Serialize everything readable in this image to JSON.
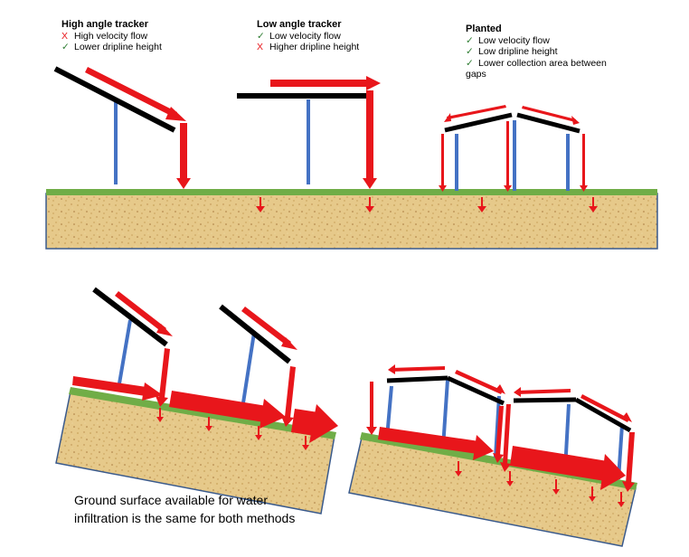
{
  "legends": {
    "high": {
      "title": "High angle tracker",
      "items": [
        {
          "mark": "X",
          "text": "High velocity flow"
        },
        {
          "mark": "✓",
          "text": "Lower dripline height"
        }
      ]
    },
    "low": {
      "title": "Low angle tracker",
      "items": [
        {
          "mark": "✓",
          "text": "Low velocity flow"
        },
        {
          "mark": "X",
          "text": "Higher dripline height"
        }
      ]
    },
    "planted": {
      "title": "Planted",
      "items": [
        {
          "mark": "✓",
          "text": "Low velocity flow"
        },
        {
          "mark": "✓",
          "text": "Low dripline height"
        },
        {
          "mark": "✓",
          "text": "Lower collection area between"
        }
      ],
      "continuation": "gaps"
    }
  },
  "caption": {
    "line1": "Ground surface available for water",
    "line2": "infiltration is the same for both methods"
  },
  "colors": {
    "panel": "#000000",
    "arrow": "#e8161b",
    "post": "#4472c4",
    "grass": "#70ad47",
    "soil": "#e6c98a",
    "soil_edge": "#3a5a8c",
    "cross_mark": "#e8161b",
    "check_mark": "#2e7d32"
  }
}
